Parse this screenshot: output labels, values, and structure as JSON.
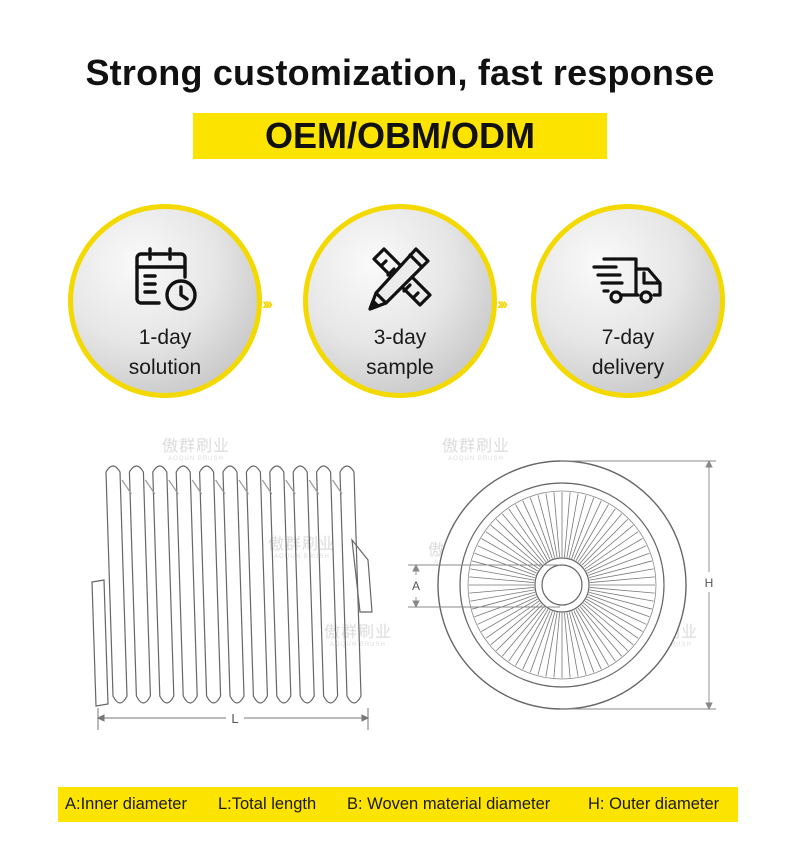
{
  "header": {
    "title": "Strong customization, fast response",
    "badge": "OEM/OBM/ODM"
  },
  "steps": [
    {
      "icon": "calendar-clock-icon",
      "line1": "1-day",
      "line2": "solution"
    },
    {
      "icon": "pencil-ruler-icon",
      "line1": "3-day",
      "line2": "sample"
    },
    {
      "icon": "delivery-truck-icon",
      "line1": "7-day",
      "line2": "delivery"
    }
  ],
  "arrows": "›››",
  "watermark": {
    "cn": "傲群刷业",
    "en": "AOQUN BRUSH"
  },
  "diagram": {
    "length_label": "L",
    "inner_label": "A",
    "outer_label": "H"
  },
  "legend": {
    "a": "A:Inner diameter",
    "l": "L:Total length",
    "b": "B: Woven material diameter",
    "h": "H: Outer diameter"
  },
  "colors": {
    "accent": "#fde300"
  }
}
